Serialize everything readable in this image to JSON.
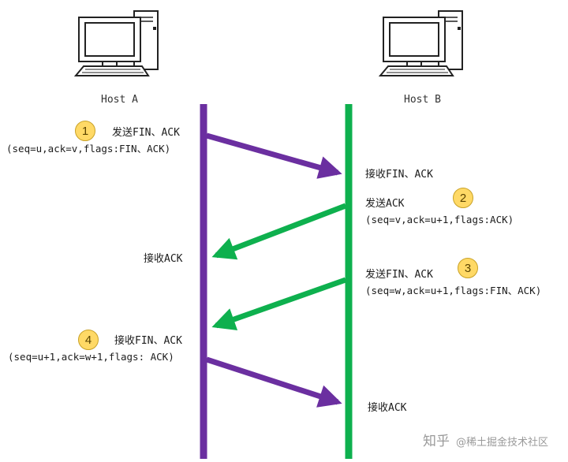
{
  "hosts": {
    "a": "Host A",
    "b": "Host B"
  },
  "colors": {
    "host_a_line": "#6b2fa0",
    "host_b_line": "#0eb04e",
    "badge": "#ffd966"
  },
  "icons": {
    "host_a": "desktop-computer-icon",
    "host_b": "desktop-computer-icon"
  },
  "steps": [
    {
      "badge": "1",
      "action": "发送FIN、ACK",
      "detail": "(seq=u,ack=v,flags:FIN、ACK)",
      "receive": "接收FIN、ACK"
    },
    {
      "badge": "2",
      "action": "发送ACK",
      "detail": "(seq=v,ack=u+1,flags:ACK)",
      "receive": "接收ACK"
    },
    {
      "badge": "3",
      "action": "发送FIN、ACK",
      "detail": "(seq=w,ack=u+1,flags:FIN、ACK)"
    },
    {
      "badge": "4",
      "action": "接收FIN、ACK",
      "detail": "(seq=u+1,ack=w+1,flags: ACK)",
      "receive": "接收ACK"
    }
  ],
  "watermark": {
    "site": "知乎",
    "author": "@稀土掘金技术社区"
  }
}
